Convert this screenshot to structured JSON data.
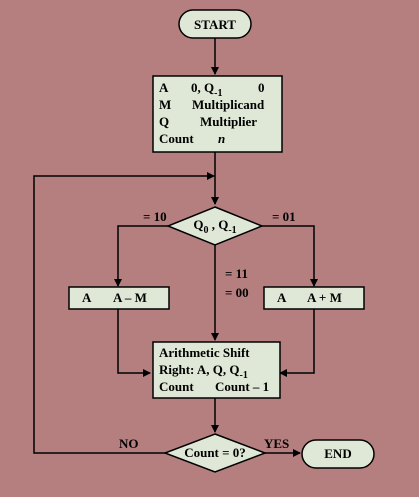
{
  "start_label": "START",
  "end_label": "END",
  "init_block": {
    "line1_left": "A",
    "line1_right": "0, Q",
    "line1_sub": "-1",
    "line1_val": "0",
    "line2_left": "M",
    "line2_right": "Multiplicand",
    "line3_left": "Q",
    "line3_right": "Multiplier",
    "line4_left": "Count",
    "line4_right": "n"
  },
  "decision1": {
    "main": "Q",
    "sub0": "0",
    "sep": " , Q",
    "sub1": "-1"
  },
  "labels": {
    "eq10": "= 10",
    "eq01": "= 01",
    "eq11": "= 11",
    "eq00": "= 00",
    "no": "NO",
    "yes": "YES"
  },
  "subtract_block": {
    "left": "A",
    "right": "A – M"
  },
  "add_block": {
    "left": "A",
    "right": "A + M"
  },
  "shift_block": {
    "line1": "Arithmetic Shift",
    "line2": "Right: A, Q, Q",
    "line2_sub": "-1",
    "line3_left": "Count",
    "line3_right": "Count – 1"
  },
  "decision2": {
    "label": "Count = 0?"
  },
  "colors": {
    "background": "#b57f80",
    "box_fill": "#dfe8d6",
    "stroke": "#000000"
  }
}
